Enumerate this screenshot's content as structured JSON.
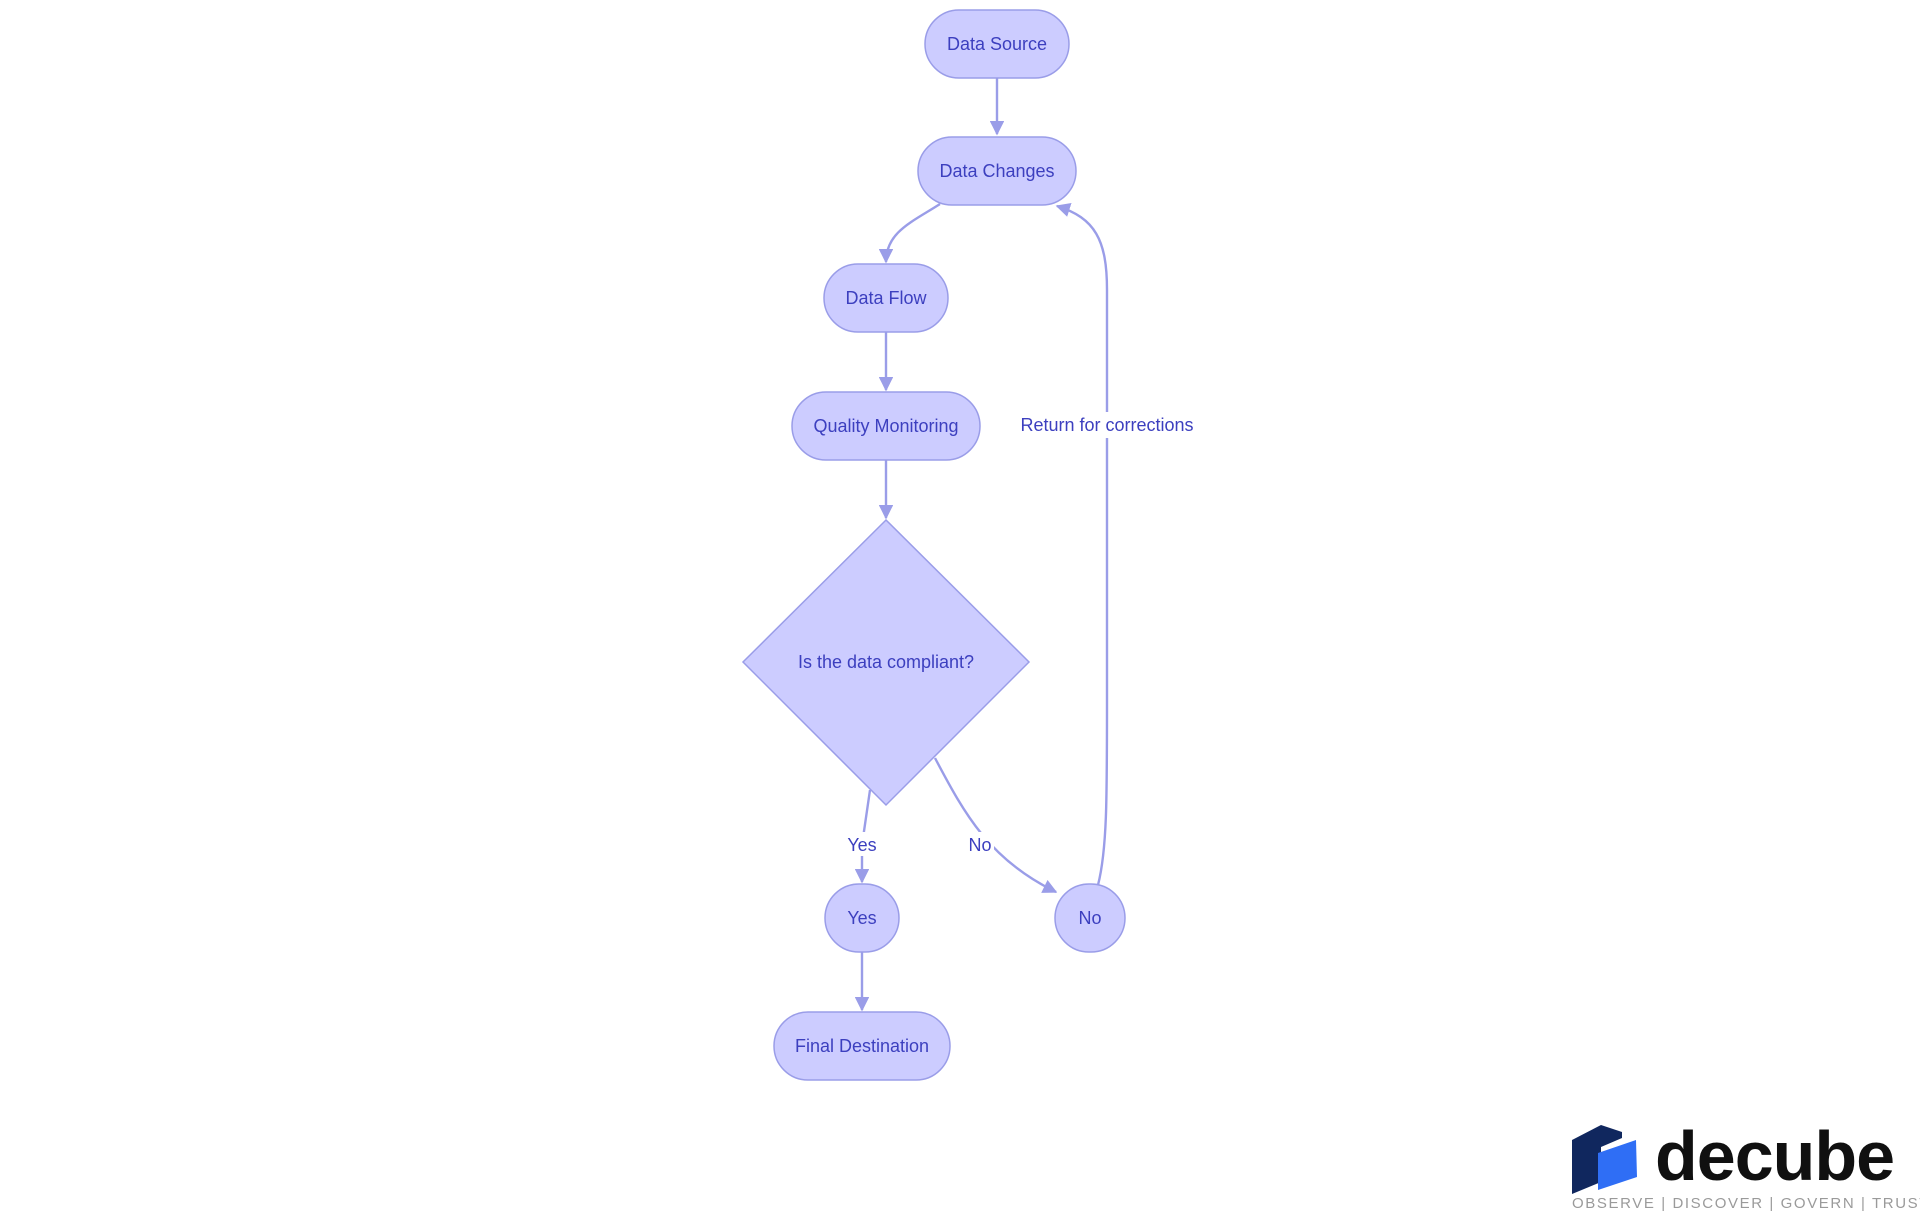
{
  "diagram": {
    "nodes": {
      "data_source": "Data Source",
      "data_changes": "Data Changes",
      "data_flow": "Data Flow",
      "quality_monitoring": "Quality Monitoring",
      "decision": "Is the data compliant?",
      "yes": "Yes",
      "no": "No",
      "final_destination": "Final Destination"
    },
    "edge_labels": {
      "yes": "Yes",
      "no": "No",
      "return": "Return for corrections"
    }
  },
  "brand": {
    "name": "decube",
    "tagline": "OBSERVE | DISCOVER | GOVERN | TRUST"
  },
  "colors": {
    "node_fill": "#ccccff",
    "node_stroke": "#9a9de8",
    "text": "#3c3fbf",
    "logo_dark": "#10275e",
    "logo_blue": "#2f6ef5"
  }
}
